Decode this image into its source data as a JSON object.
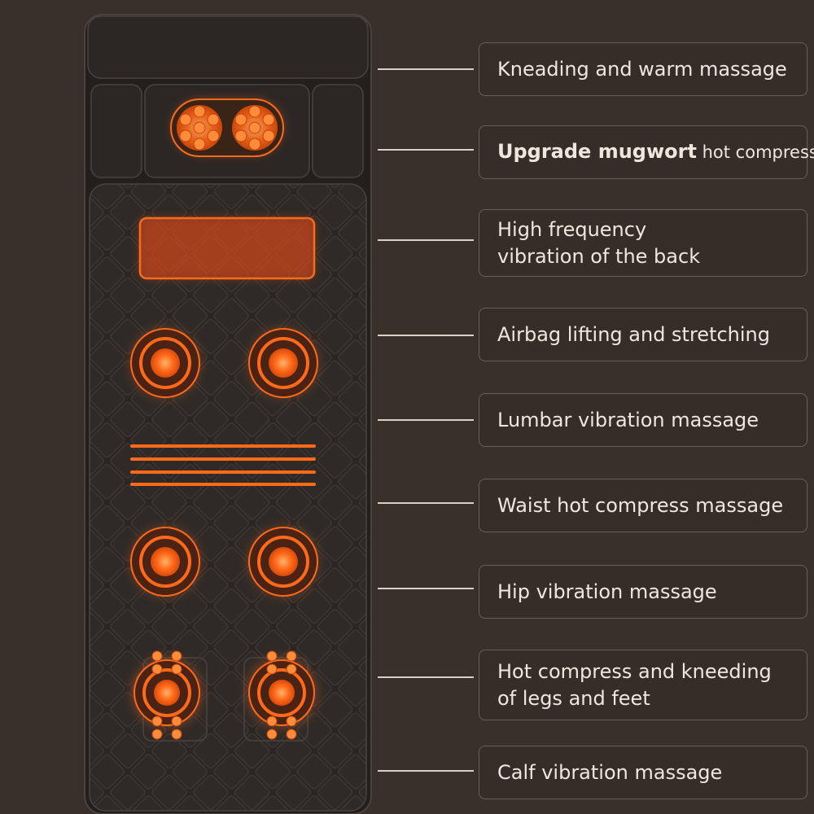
{
  "features": [
    {
      "id": "kneading",
      "lines": [
        "Kneading and warm massage"
      ]
    },
    {
      "id": "mugwort",
      "strong": "Upgrade mugwort",
      "rest": " hot compress"
    },
    {
      "id": "back-vibration",
      "lines": [
        "High frequency",
        "vibration of the back"
      ]
    },
    {
      "id": "airbag",
      "lines": [
        "Airbag lifting and stretching"
      ]
    },
    {
      "id": "lumbar",
      "lines": [
        "Lumbar vibration massage"
      ]
    },
    {
      "id": "waist",
      "lines": [
        "Waist hot compress massage"
      ]
    },
    {
      "id": "hip",
      "lines": [
        "Hip vibration massage"
      ]
    },
    {
      "id": "legs",
      "lines": [
        "Hot compress and kneeding",
        "of legs and feet"
      ]
    },
    {
      "id": "calf",
      "lines": [
        "Calf vibration massage"
      ]
    }
  ],
  "colors": {
    "background": "#3a302b",
    "mat": "#2a2523",
    "glow": "#ff6a1a",
    "text": "#efe6dd"
  }
}
